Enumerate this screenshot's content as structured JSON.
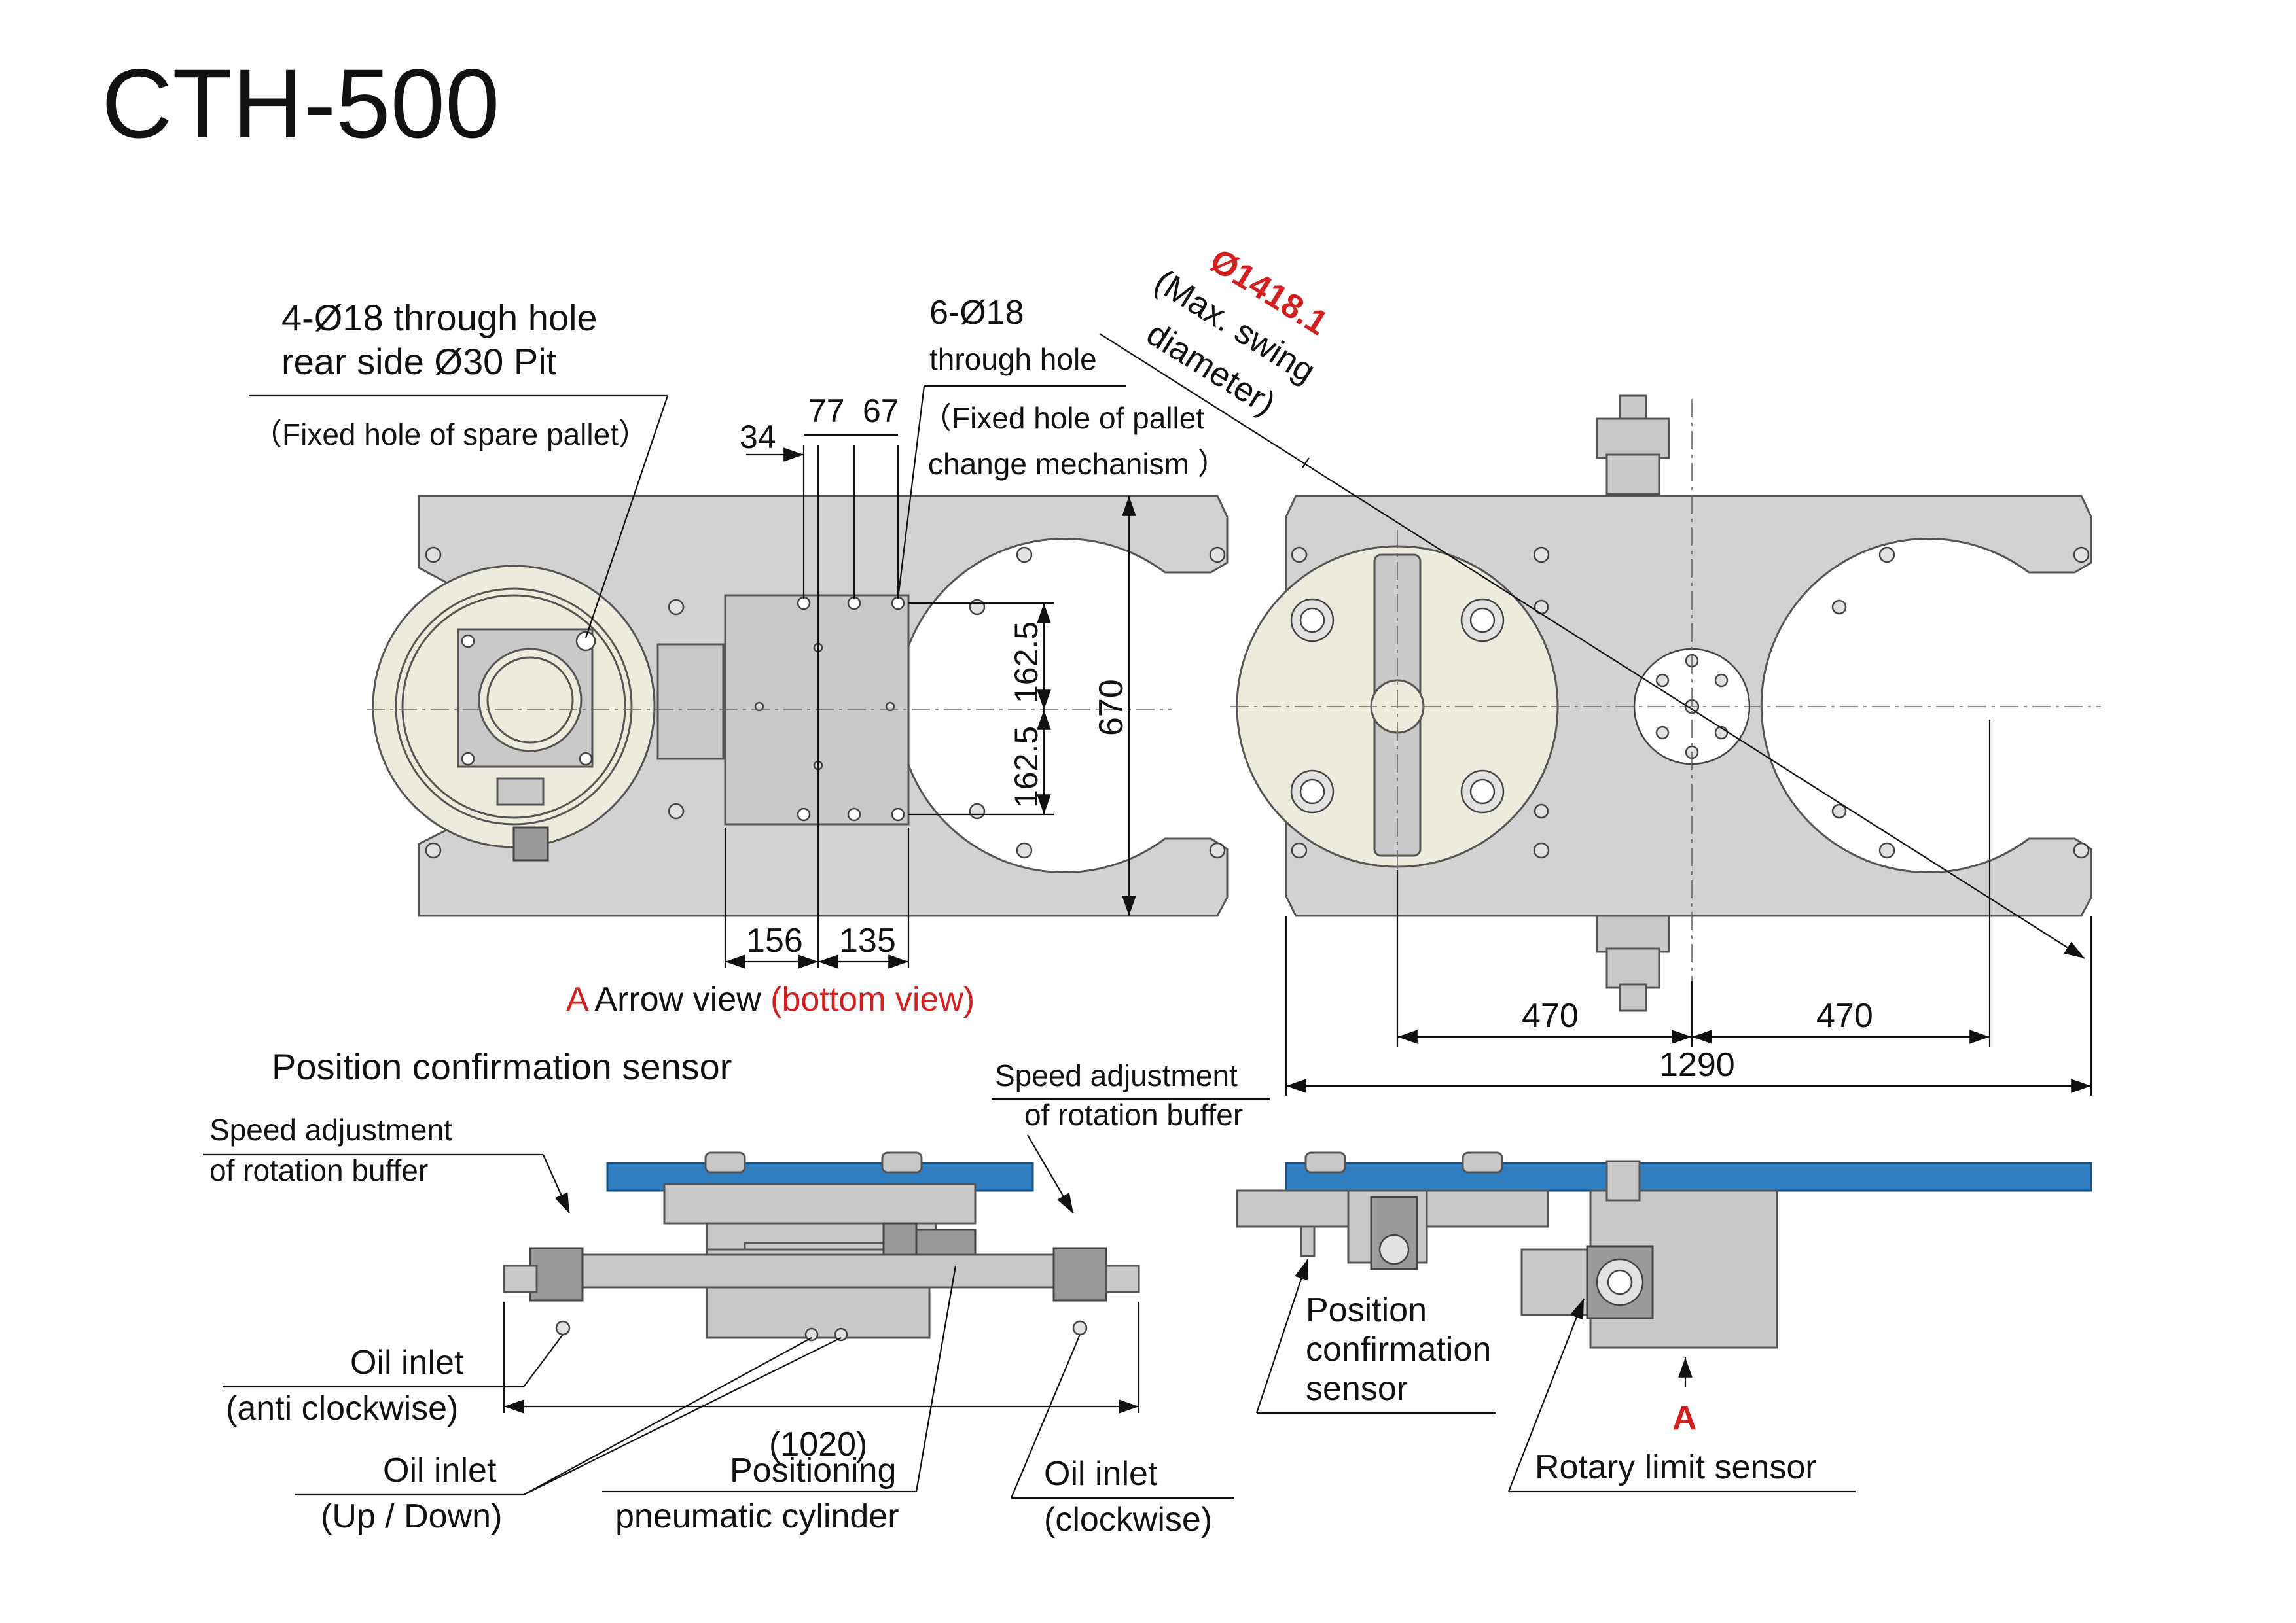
{
  "title": "CTH-500",
  "dimensions": {
    "d34": "34",
    "d77": "77",
    "d67": "67",
    "d156": "156",
    "d135": "135",
    "d1625a": "162.5",
    "d1625b": "162.5",
    "d670": "670",
    "d470a": "470",
    "d470b": "470",
    "d1290": "1290",
    "d1020": "(1020)"
  },
  "callouts": {
    "through_hole_4_line1": "4-Ø18 through hole",
    "through_hole_4_line2": "rear side Ø30 Pit",
    "through_hole_4_note": "（Fixed hole of spare pallet）",
    "through_hole_6_line1": "6-Ø18",
    "through_hole_6_line2": "through hole",
    "through_hole_6_note1": "（Fixed hole of pallet",
    "through_hole_6_note2": "change mechanism ）",
    "swing_value": "Ø1418.1",
    "swing_note1": "(Max. swing",
    "swing_note2": "diameter)",
    "arrow_view_letter": "A",
    "arrow_view_text": " Arrow view ",
    "arrow_view_note": "(bottom view)",
    "position_sensor_heading": "Position confirmation sensor",
    "speed_adj_left_1": "Speed adjustment",
    "speed_adj_left_2": "of rotation buffer",
    "speed_adj_right_1": "Speed adjustment",
    "speed_adj_right_2": "of rotation buffer",
    "oil_inlet_acw_1": "Oil inlet",
    "oil_inlet_acw_2": "(anti clockwise)",
    "oil_inlet_ud_1": "Oil inlet",
    "oil_inlet_ud_2": "(Up / Down)",
    "positioning_1": "Positioning",
    "positioning_2": "pneumatic cylinder",
    "oil_inlet_cw_1": "Oil inlet",
    "oil_inlet_cw_2": "(clockwise)",
    "pos_conf_1": "Position",
    "pos_conf_2": "confirmation",
    "pos_conf_3": "sensor",
    "view_a_letter": "A",
    "rotary_limit": "Rotary limit sensor"
  },
  "colors": {
    "accent_red": "#d21f1f",
    "plate_gray": "#d2d2d2",
    "pallet_blue": "#2f7ec2",
    "disk_cream": "#ecebdc"
  }
}
